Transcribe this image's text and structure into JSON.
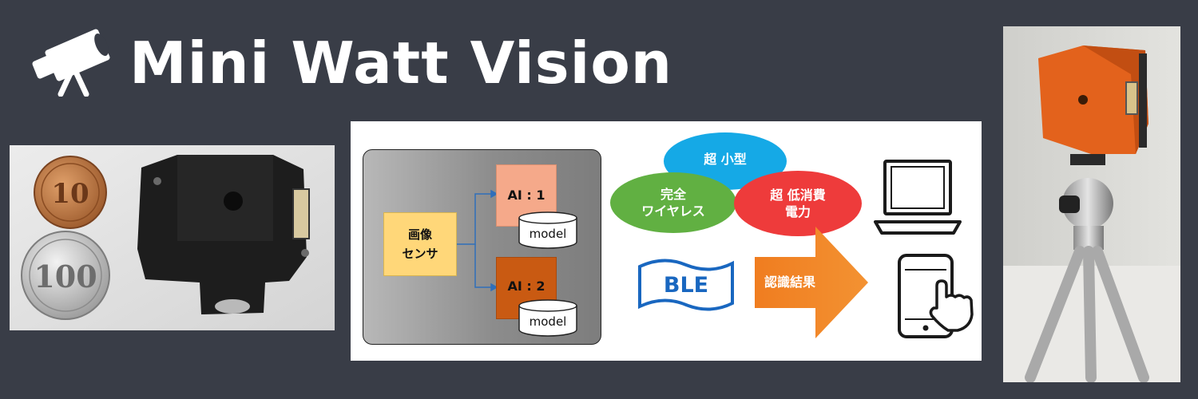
{
  "header": {
    "title": "Mini Watt Vision",
    "logo_icon": "telescope-icon"
  },
  "photos": {
    "left_alt": "device-with-coins-photo",
    "coin_top": "10",
    "coin_bottom": "100",
    "right_alt": "device-on-tripod-photo"
  },
  "diagram": {
    "sensor_line1": "画像",
    "sensor_line2": "センサ",
    "ai1_label": "AI : 1",
    "ai2_label": "AI : 2",
    "model_label": "model",
    "feature_small": "超 小型",
    "feature_wireless_line1": "完全",
    "feature_wireless_line2": "ワイヤレス",
    "feature_power_line1": "超 低消費",
    "feature_power_line2": "電力",
    "ble_label": "BLE",
    "result_label": "認識結果",
    "laptop_icon": "laptop-icon",
    "phone_icon": "smartphone-touch-icon"
  },
  "colors": {
    "background": "#393d47",
    "sensor": "#ffd779",
    "ai1": "#f5a98a",
    "ai2": "#c95a12",
    "feature_small": "#15a9e6",
    "feature_wireless": "#61b042",
    "feature_power": "#ee3b3b",
    "ble": "#1967c0",
    "result_arrow": "#f07d20"
  }
}
